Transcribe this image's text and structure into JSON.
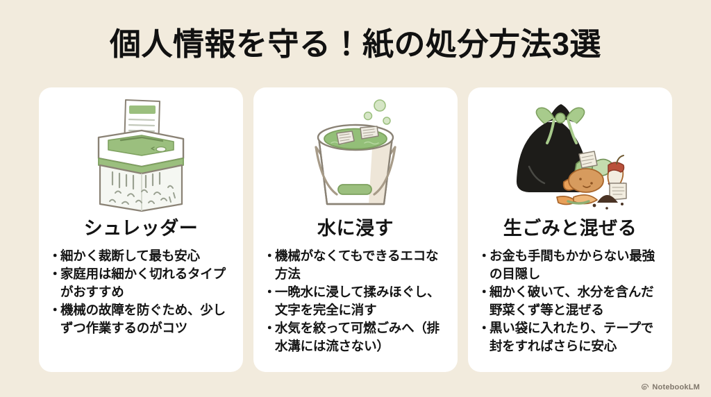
{
  "slide": {
    "title": "個人情報を守る！紙の処分方法3選",
    "background_color": "#F2EBDD",
    "card_color": "#FFFFFF",
    "accent_color": "#9BBF7E",
    "text_color": "#141414"
  },
  "cards": [
    {
      "icon": "paper-shredder-icon",
      "heading": "シュレッダー",
      "bullets": [
        "細かく裁断して最も安心",
        "家庭用は細かく切れるタイプがおすすめ",
        "機械の故障を防ぐため、少しずつ作業するのがコツ"
      ]
    },
    {
      "icon": "water-bucket-icon",
      "heading": "水に浸す",
      "bullets": [
        "機械がなくてもできるエコな方法",
        "一晩水に浸して揉みほぐし、文字を完全に消す",
        "水気を絞って可燃ごみへ（排水溝には流さない）"
      ]
    },
    {
      "icon": "garbage-bag-food-waste-icon",
      "heading": "生ごみと混ぜる",
      "bullets": [
        "お金も手間もかからない最強の目隠し",
        "細かく破いて、水分を含んだ野菜くず等と混ぜる",
        "黒い袋に入れたり、テープで封をすればさらに安心"
      ]
    }
  ],
  "watermark": {
    "label": "NotebookLM",
    "icon": "notebooklm-logo-icon"
  }
}
